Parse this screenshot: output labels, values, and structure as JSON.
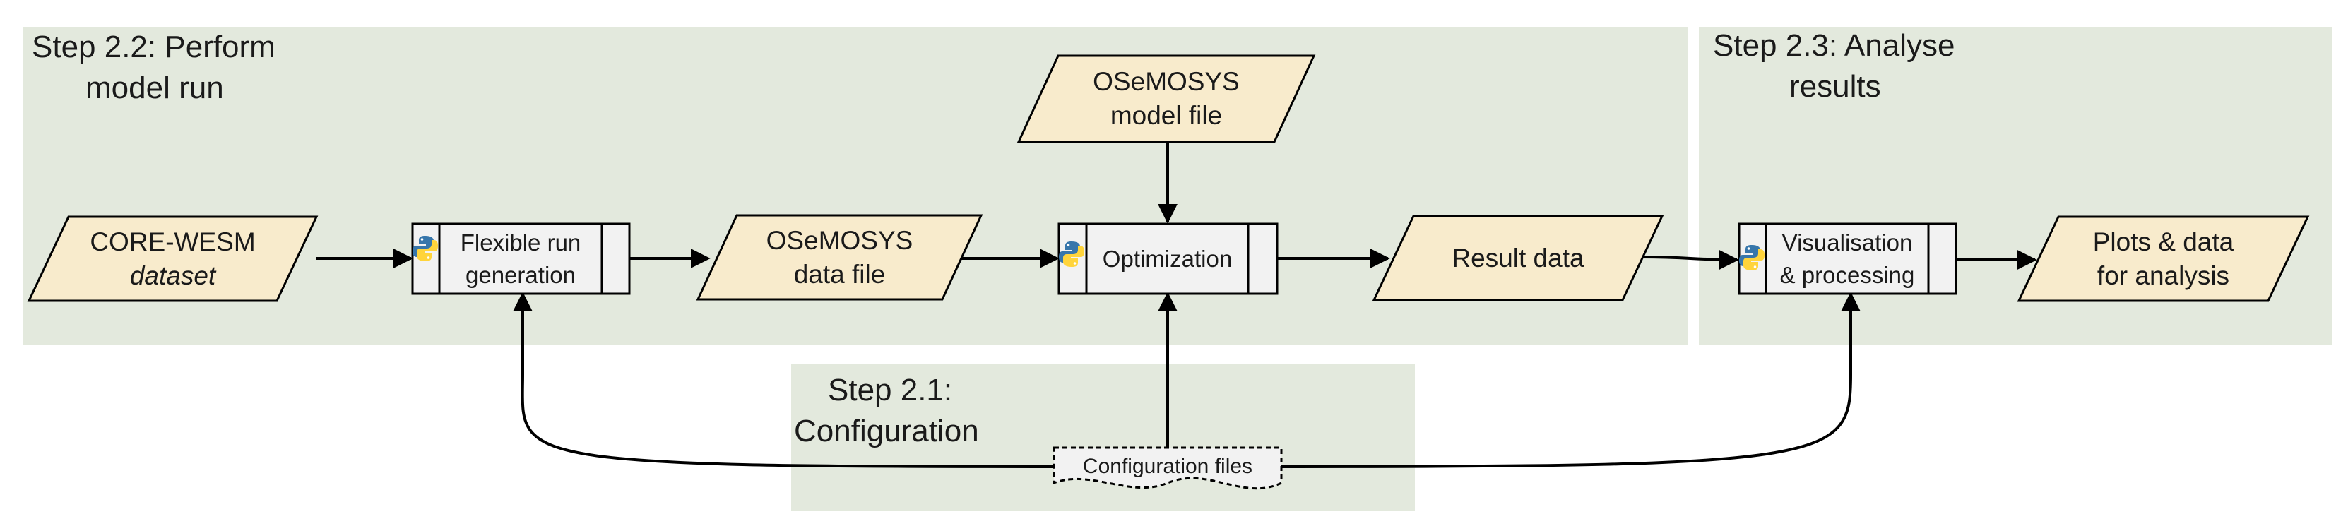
{
  "stages": {
    "perform": {
      "label_line1": "Step 2.2: Perform",
      "label_line2": "model run"
    },
    "analyse": {
      "label_line1": "Step 2.3: Analyse",
      "label_line2": "results"
    },
    "configuration": {
      "label_line1": "Step 2.1:",
      "label_line2": "Configuration"
    }
  },
  "nodes": {
    "core_wesm": {
      "line1": "CORE-WESM",
      "line2": "dataset"
    },
    "flexible_run": {
      "line1": "Flexible run",
      "line2": "generation"
    },
    "osemosys_data": {
      "line1": "OSeMOSYS",
      "line2": "data file"
    },
    "osemosys_model": {
      "line1": "OSeMOSYS",
      "line2": "model file"
    },
    "optimization": {
      "label": "Optimization"
    },
    "result_data": {
      "label": "Result data"
    },
    "visualisation": {
      "line1": "Visualisation",
      "line2": "& processing"
    },
    "plots": {
      "line1": "Plots & data",
      "line2": "for analysis"
    },
    "config_files": {
      "label": "Configuration files"
    }
  },
  "colors": {
    "stage_fill": "#e3e9dd",
    "data_fill": "#f8ebcc",
    "process_fill": "#f2f2f2",
    "stroke": "#000000"
  },
  "icons": {
    "process": "python-logo-icon"
  }
}
